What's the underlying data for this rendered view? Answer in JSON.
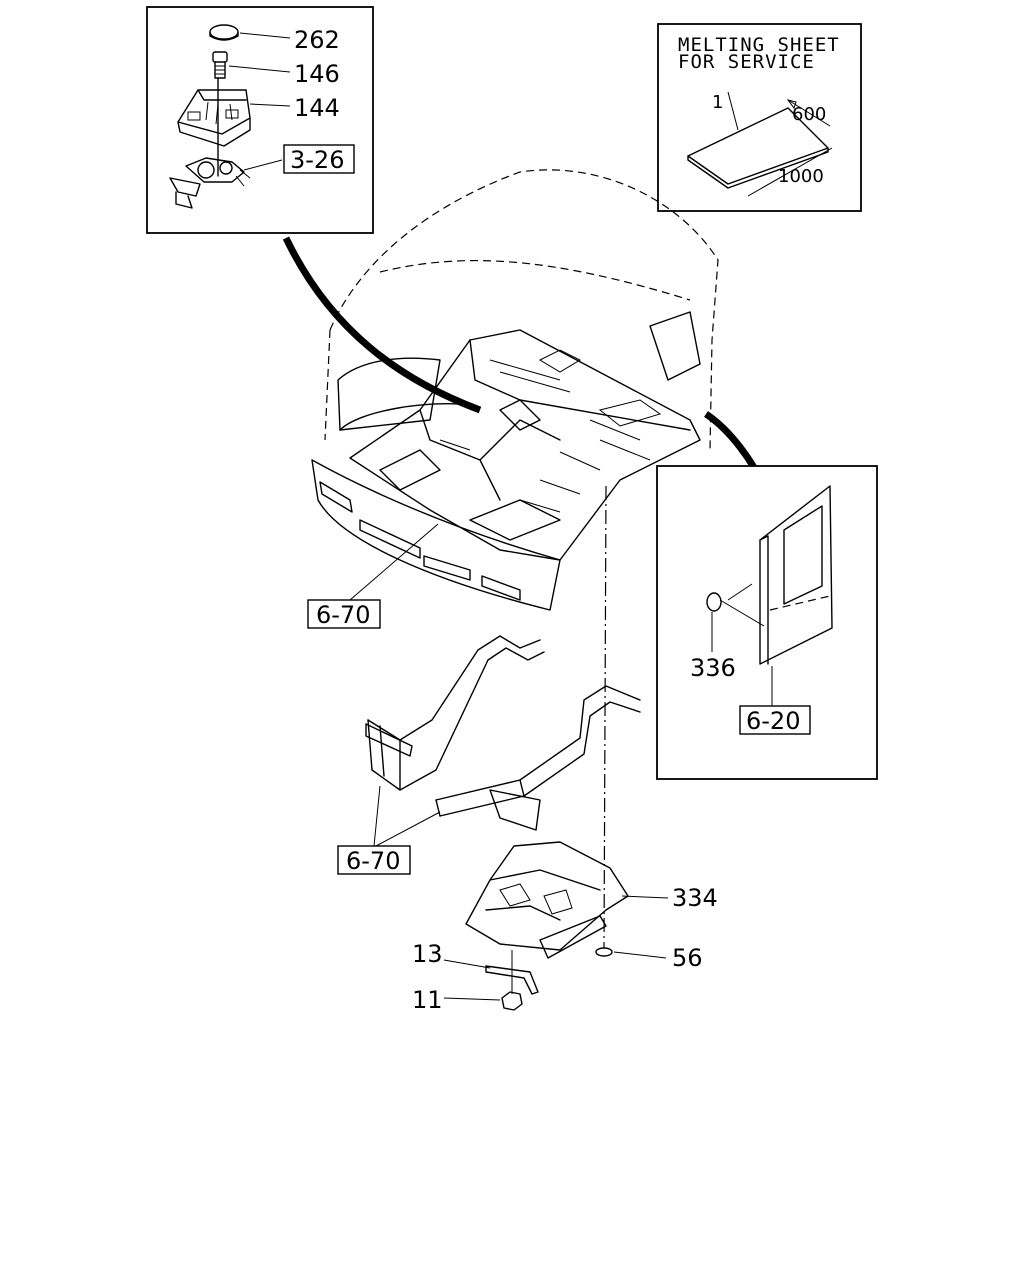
{
  "note": {
    "line1": "MELTING SHEET",
    "line2": "FOR SERVICE",
    "sheet_number": "1",
    "width": "600",
    "length": "1000"
  },
  "shifter_callouts": {
    "knob": "262",
    "bolt": "146",
    "console": "144",
    "ref_shift_linkage": "3-26"
  },
  "body_callouts": {
    "ref_floor_panel": "6-70",
    "ref_frame_members": "6-70",
    "ref_side_panel": "6-20",
    "side_grommet": "336",
    "floor_cover": "334",
    "plug": "56",
    "bracket": "13",
    "nut": "11"
  }
}
